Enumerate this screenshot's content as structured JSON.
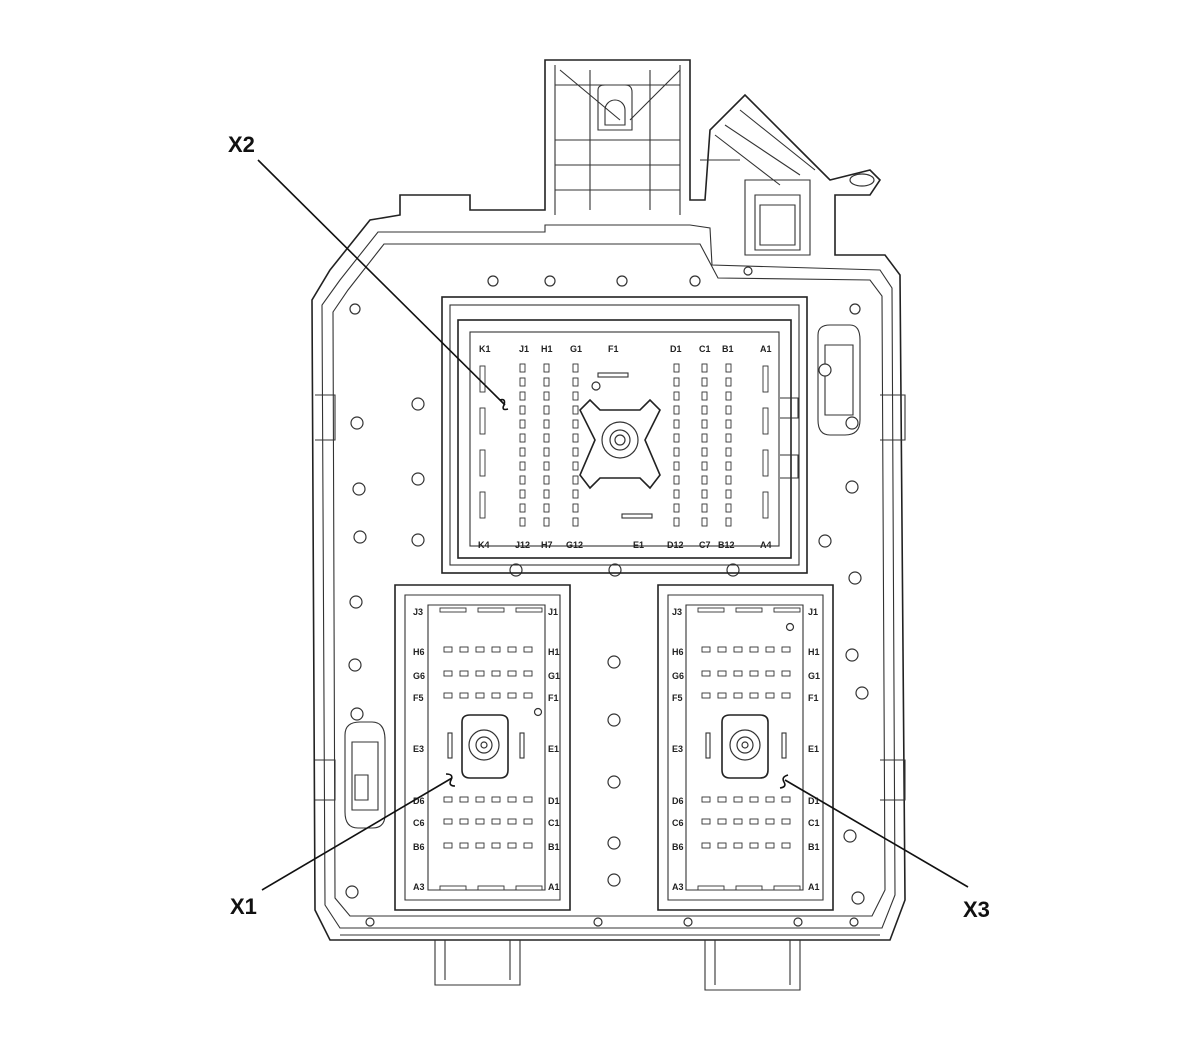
{
  "callouts": {
    "x1": "X1",
    "x2": "X2",
    "x3": "X3"
  },
  "x2_labels_top": [
    "K1",
    "J1",
    "H1",
    "G1",
    "F1",
    "D1",
    "C1",
    "B1",
    "A1"
  ],
  "x2_labels_bottom": [
    "K4",
    "J12",
    "H7",
    "G12",
    "E1",
    "D12",
    "C7",
    "B12",
    "A4"
  ],
  "x1_labels_left": [
    "J3",
    "H6",
    "G6",
    "F5",
    "E3",
    "D6",
    "C6",
    "B6",
    "A3"
  ],
  "x1_labels_right": [
    "J1",
    "H1",
    "G1",
    "F1",
    "E1",
    "D1",
    "C1",
    "B1",
    "A1"
  ],
  "x3_labels_left": [
    "J3",
    "H6",
    "G6",
    "F5",
    "E3",
    "D6",
    "C6",
    "B6",
    "A3"
  ],
  "x3_labels_right": [
    "J1",
    "H1",
    "G1",
    "F1",
    "E1",
    "D1",
    "C1",
    "B1",
    "A1"
  ]
}
